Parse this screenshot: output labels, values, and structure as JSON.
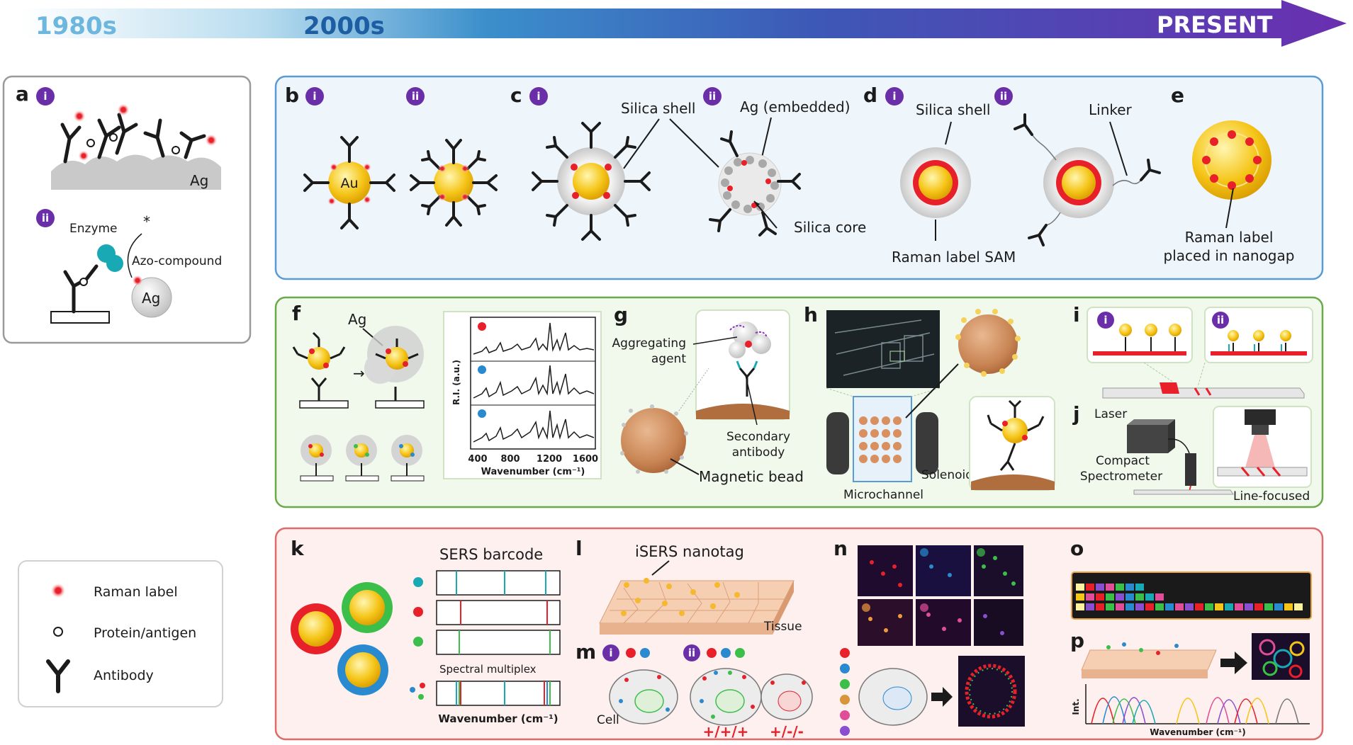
{
  "timeline": {
    "start": "1980s",
    "mid": "2000s",
    "end": "PRESENT",
    "colors": {
      "start": "#e3f1f8",
      "mid": "#2b7fc0",
      "end": "#6c35b0"
    }
  },
  "panel_a": {
    "letter": "a",
    "i": "i",
    "ii": "ii",
    "ag_surface": "Ag",
    "enzyme": "Enzyme",
    "azo": "Azo-compound",
    "ag_particle": "Ag",
    "star": "*"
  },
  "panel_b": {
    "letter": "b",
    "i": "i",
    "ii": "ii",
    "au": "Au"
  },
  "panel_c": {
    "letter": "c",
    "i": "i",
    "ii": "ii",
    "silica_shell": "Silica shell",
    "ag_embedded": "Ag (embedded)",
    "silica_core": "Silica core"
  },
  "panel_d": {
    "letter": "d",
    "i": "i",
    "ii": "ii",
    "silica_shell": "Silica shell",
    "linker": "Linker",
    "sam": "Raman label SAM"
  },
  "panel_e": {
    "letter": "e",
    "label_line1": "Raman label",
    "label_line2": "placed in nanogap"
  },
  "panel_f": {
    "letter": "f",
    "ag": "Ag",
    "ylabel": "R.I. (a.u.)",
    "xlabel": "Wavenumber (cm⁻¹)",
    "ticks": [
      "400",
      "800",
      "1200",
      "1600"
    ]
  },
  "panel_g": {
    "letter": "g",
    "aggregating": "Aggregating",
    "agent": "agent",
    "secondary": "Secondary",
    "antibody": "antibody",
    "bead": "Magnetic bead"
  },
  "panel_h": {
    "letter": "h",
    "solenoid": "Solenoid",
    "microchannel": "Microchannel"
  },
  "panel_i": {
    "letter": "i",
    "i": "i",
    "ii": "ii"
  },
  "panel_j": {
    "letter": "j",
    "laser": "Laser",
    "compact": "Compact",
    "spectrometer": "Spectrometer",
    "line_focused": "Line-focused"
  },
  "panel_k": {
    "letter": "k",
    "barcode": "SERS barcode",
    "multiplex": "Spectral multiplex",
    "wavenumber": "Wavenumber (cm⁻¹)"
  },
  "panel_l": {
    "letter": "l",
    "nanotag": "iSERS nanotag",
    "tissue": "Tissue"
  },
  "panel_m": {
    "letter": "m",
    "i": "i",
    "ii": "ii",
    "cell": "Cell",
    "code1": "+/+/+",
    "code2": "+/-/-"
  },
  "panel_n": {
    "letter": "n"
  },
  "panel_o": {
    "letter": "o"
  },
  "panel_p": {
    "letter": "p",
    "int": "Int.",
    "wavenumber": "Wavenumber (cm⁻¹)"
  },
  "legend": {
    "raman": "Raman label",
    "protein": "Protein/antigen",
    "antibody": "Antibody"
  },
  "colors": {
    "raman_red": "#e8202a",
    "gold": "#f5c518",
    "purple_badge": "#6a2fa8",
    "box_blue": "#5b9bd5",
    "box_green": "#6aaa4a",
    "box_red": "#e06a6a",
    "teal": "#19a9b5",
    "green_tag": "#3cbf4a",
    "blue_tag": "#2a8ad0"
  }
}
